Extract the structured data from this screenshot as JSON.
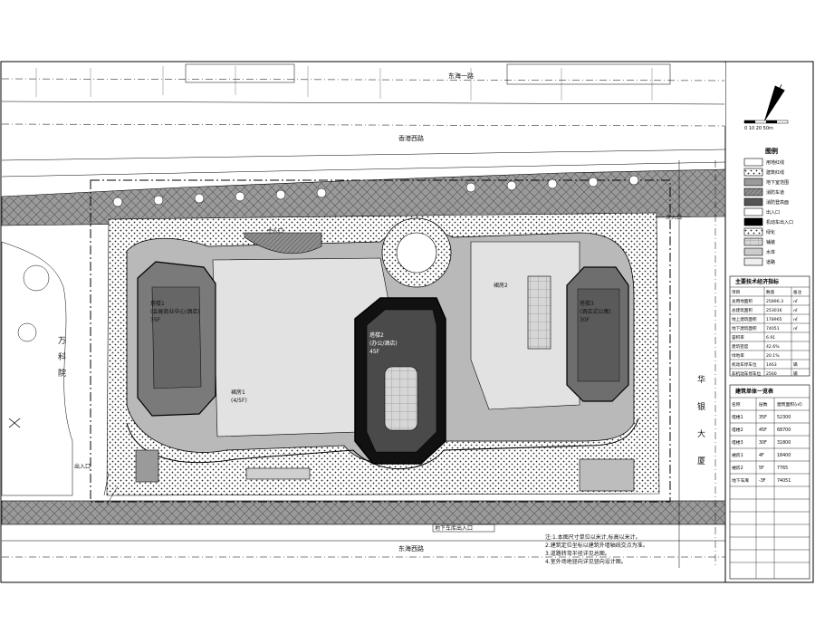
{
  "drawing": {
    "roads": {
      "north_road_a": "东海一路",
      "north_road_b": "香港西路",
      "south_road": "东海西路",
      "east_road": [
        "华",
        "银",
        "大",
        "厦"
      ]
    },
    "buildings": {
      "west_tower": {
        "title": "塔楼1",
        "subtitle": "(会展商业中心/酒店)",
        "note": "35F"
      },
      "center_tower": {
        "title": "塔楼2",
        "subtitle": "(办公/酒店)",
        "note": "45F"
      },
      "east_tower": {
        "title": "塔楼3",
        "subtitle": "(酒店式公寓)",
        "note": "30F"
      },
      "podium": {
        "title": "裙房1",
        "note": "(4/5F)"
      },
      "podium_2": {
        "title": "裙房2"
      }
    },
    "labels": {
      "west_park": [
        "万",
        "科",
        "院"
      ],
      "entrance_north": "主入口",
      "entrance_east": "次入口",
      "entrance_south": "出入口",
      "ramp": "地下车库出入口"
    },
    "legend": {
      "title": "图例",
      "items": [
        "用地红线",
        "建筑红线",
        "地下室范围",
        "消防车道",
        "消防登高面",
        "出入口",
        "机动车出入口",
        "绿化",
        "铺装",
        "水体",
        "道路"
      ]
    },
    "tech_table": {
      "title": "主要技术经济指标",
      "headers": [
        "项目",
        "数值",
        "备注"
      ],
      "rows": [
        [
          "总用地面积",
          "25896.3",
          "㎡"
        ],
        [
          "总建筑面积",
          "253016",
          "㎡"
        ],
        [
          "地上建筑面积",
          "178965",
          "㎡"
        ],
        [
          "地下建筑面积",
          "74051",
          "㎡"
        ],
        [
          "容积率",
          "6.91",
          ""
        ],
        [
          "建筑密度",
          "42.6%",
          ""
        ],
        [
          "绿地率",
          "20.1%",
          ""
        ],
        [
          "机动车停车位",
          "1463",
          "辆"
        ],
        [
          "非机动车停车位",
          "2560",
          "辆"
        ]
      ]
    },
    "schedule": {
      "title": "建筑单体一览表",
      "headers": [
        "名称",
        "层数",
        "建筑面积(㎡)"
      ],
      "rows": [
        [
          "塔楼1",
          "35F",
          "52300"
        ],
        [
          "塔楼2",
          "45F",
          "68700"
        ],
        [
          "塔楼3",
          "30F",
          "31800"
        ],
        [
          "裙房1",
          "4F",
          "18400"
        ],
        [
          "裙房2",
          "5F",
          "7765"
        ],
        [
          "地下车库",
          "-3F",
          "74051"
        ]
      ]
    },
    "notes": [
      "注:1.本图尺寸单位以米计,标高以米计。",
      "2.建筑定位坐标以建筑外墙轴线交点为准。",
      "3.道路转弯半径详见总图。",
      "4.室外场地竖向详见竖向设计图。"
    ],
    "scale": "0 10 20 50m"
  }
}
